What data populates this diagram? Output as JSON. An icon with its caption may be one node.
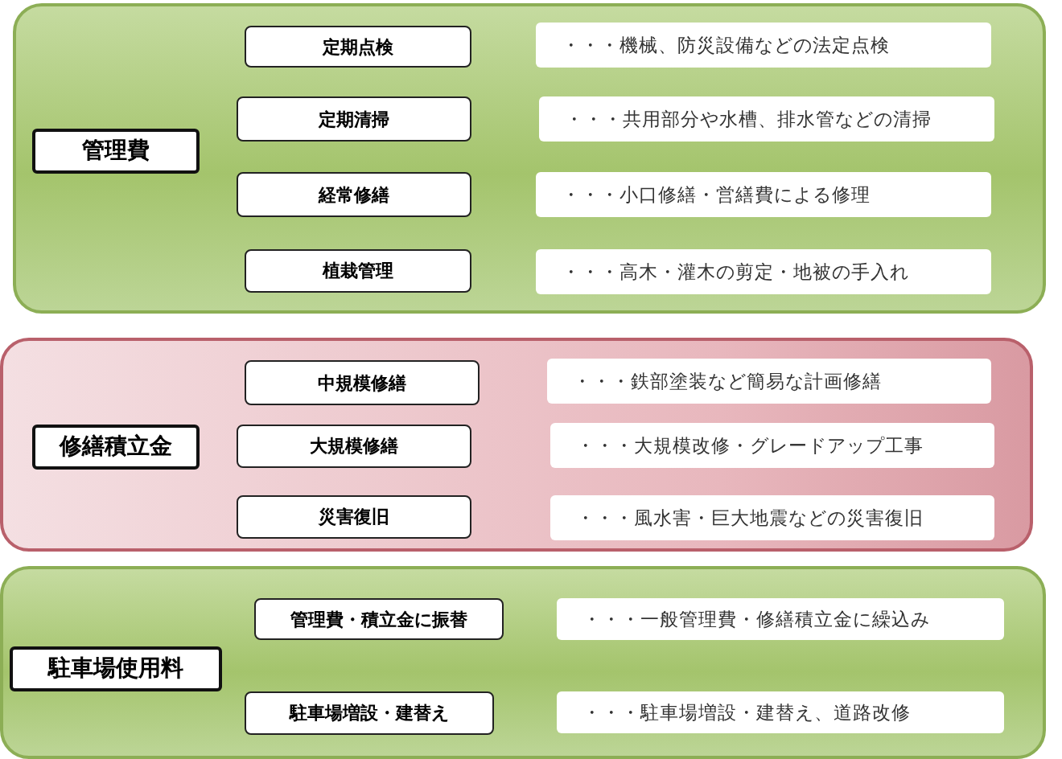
{
  "diagram": {
    "nodes": [
      {
        "text": [],
        "shape": "box"
      },
      {
        "text": [
          "管理費"
        ],
        "in": 0
      },
      {
        "text": [
          "定期点検"
        ],
        "in": 0
      },
      {
        "text": [
          "・・・機械、防災設備などの法定点検"
        ],
        "in": 0
      },
      {
        "text": [
          "定期清掃"
        ],
        "in": 0
      },
      {
        "text": [
          "・・・共用部分や水槽、排水管などの清掃"
        ],
        "in": 0
      },
      {
        "text": [
          "経常修繕"
        ],
        "in": 0
      },
      {
        "text": [
          "・・・小口修繕・営繕費による修理"
        ],
        "in": 0
      },
      {
        "text": [
          "植栽管理"
        ],
        "in": 0
      },
      {
        "text": [
          "・・・高木・灌木の剪定・地被の手入れ"
        ],
        "in": 0
      },
      {
        "text": [],
        "shape": "box"
      },
      {
        "text": [
          "修繕積立金"
        ],
        "in": 10
      },
      {
        "text": [
          "中規模修繕"
        ],
        "in": 10
      },
      {
        "text": [
          "・・・鉄部塗装など簡易な計画修繕"
        ],
        "in": 10
      },
      {
        "text": [
          "大規模修繕"
        ],
        "in": 10
      },
      {
        "text": [
          "・・・大規模改修・グレードアップ工事"
        ],
        "in": 10
      },
      {
        "text": [
          "災害復旧"
        ],
        "in": 10
      },
      {
        "text": [
          "・・・風水害・巨大地震などの災害復旧"
        ],
        "in": 10
      },
      {
        "text": [],
        "shape": "box"
      },
      {
        "text": [
          "駐車場使用料"
        ],
        "in": 18
      },
      {
        "text": [
          "管理費・積立金に振替"
        ],
        "in": 18
      },
      {
        "text": [
          "・・・一般管理費・修繕積立金に繰込み"
        ],
        "in": 18
      },
      {
        "text": [
          "駐車場増設・建替え"
        ],
        "in": 18
      },
      {
        "text": [
          "・・・駐車場増設・建替え、道路改修"
        ],
        "in": 18
      }
    ]
  }
}
